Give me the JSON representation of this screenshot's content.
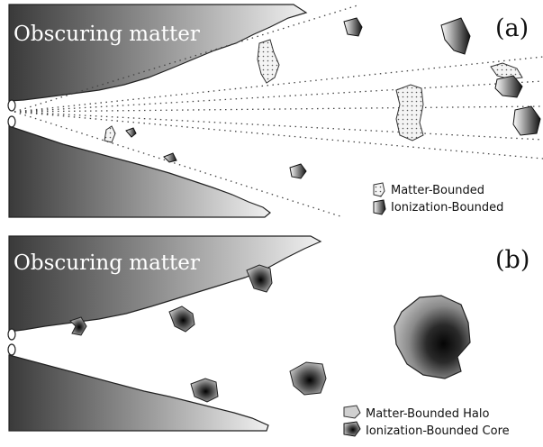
{
  "panel_a": {
    "label": "(a)",
    "obscuring_text": "Obscuring matter",
    "legend": {
      "matter_bounded": "Matter-Bounded",
      "ionization_bounded": "Ionization-Bounded"
    }
  },
  "panel_b": {
    "label": "(b)",
    "obscuring_text": "Obscuring matter",
    "legend": {
      "halo": "Matter-Bounded Halo",
      "core": "Ionization-Bounded Core"
    }
  },
  "colors": {
    "wedge_dark": "#4a4a4a",
    "wedge_light": "#dcdcdc",
    "cloud_dark": "#151515",
    "stipple": "#f2f2f2"
  }
}
